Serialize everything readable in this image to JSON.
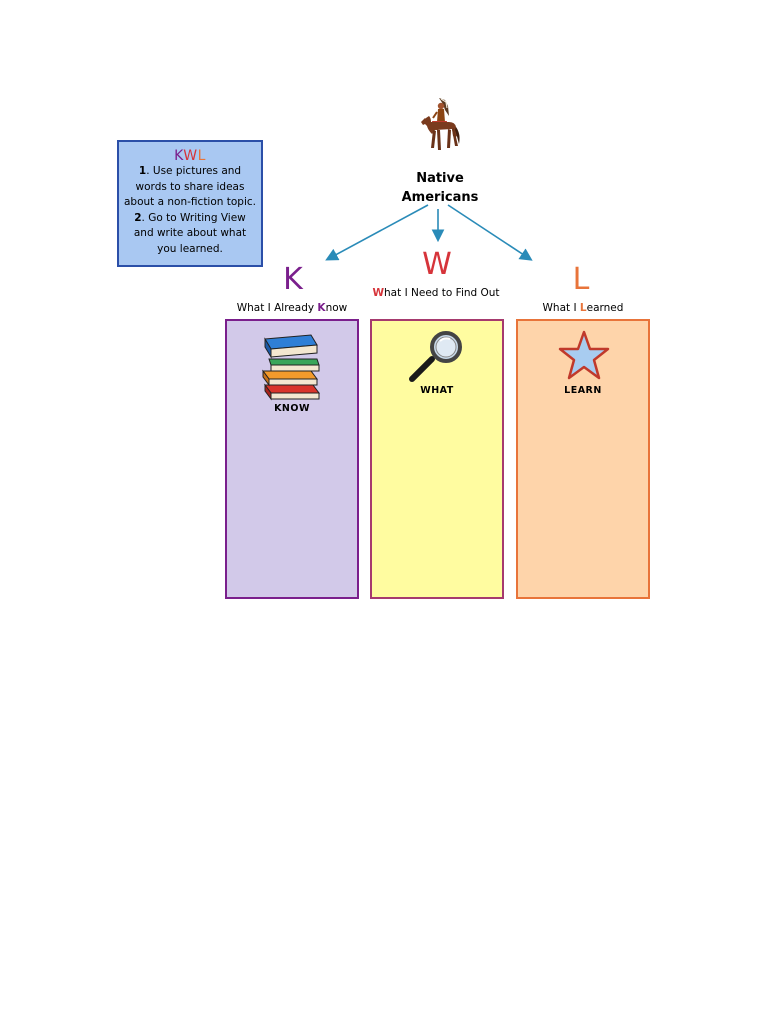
{
  "instructions": {
    "title": {
      "k": "K",
      "w": "W",
      "l": "L"
    },
    "step1": {
      "number": "1",
      "text": ". Use pictures and words to share ideas about a non-fiction topic."
    },
    "step2": {
      "number": "2",
      "text": ". Go to Writing View and write about what you learned."
    }
  },
  "topic": {
    "line1": "Native",
    "line2": "Americans",
    "image": "native-american-on-horse-image"
  },
  "columns": {
    "k": {
      "letter": "K",
      "heading_pre": "What I Already ",
      "heading_hl": "K",
      "heading_post": "now",
      "icon": "books-icon",
      "label": "KNOW",
      "color": "#7a1f8c",
      "fill": "#d2c9e9"
    },
    "w": {
      "letter": "W",
      "heading_hl": "W",
      "heading_post": "hat I Need to Find Out",
      "icon": "magnifier-icon",
      "label": "WHAT",
      "color": "#d6343a",
      "fill": "#fffca0"
    },
    "l": {
      "letter": "L",
      "heading_pre": "What I ",
      "heading_hl": "L",
      "heading_post": "earned",
      "icon": "star-icon",
      "label": "LEARN",
      "color": "#e8743a",
      "fill": "#fed4aa"
    }
  },
  "colors": {
    "arrow": "#2a8bb8",
    "box_fill": "#a9c8f2",
    "box_border": "#2b4fa8"
  }
}
